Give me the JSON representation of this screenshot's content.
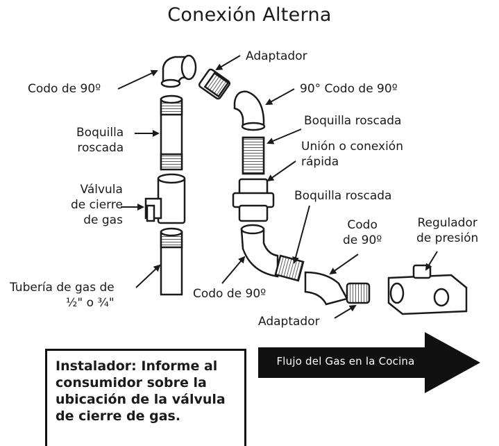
{
  "title": "Conexión Alterna",
  "labels": {
    "elbow_top_left": "Codo de 90º",
    "adapter_top": "Adaptador",
    "elbow_top_right": "90° Codo de 90º",
    "nipple_left": "Boquilla\nroscada",
    "nipple_right_top": "Boquilla roscada",
    "union": "Unión o conexión\nrápida",
    "valve": "Válvula\nde cierre\nde gas",
    "nipple_right_mid": "Boquilla roscada",
    "elbow_mid": "Codo\nde 90º",
    "regulator": "Regulador\nde presión",
    "gas_pipe": "Tubería de gas de\n½\" o ¾\"",
    "elbow_bottom": "Codo de 90º",
    "adapter_bottom": "Adaptador"
  },
  "note": "Instalador: Informe al\nconsumidor sobre la\nubicación de la válvula\nde cierre de gas.",
  "flow_label": "Flujo del Gas en la Cocina",
  "colors": {
    "ink": "#1a1a1a",
    "arrow_fill": "#111111"
  }
}
